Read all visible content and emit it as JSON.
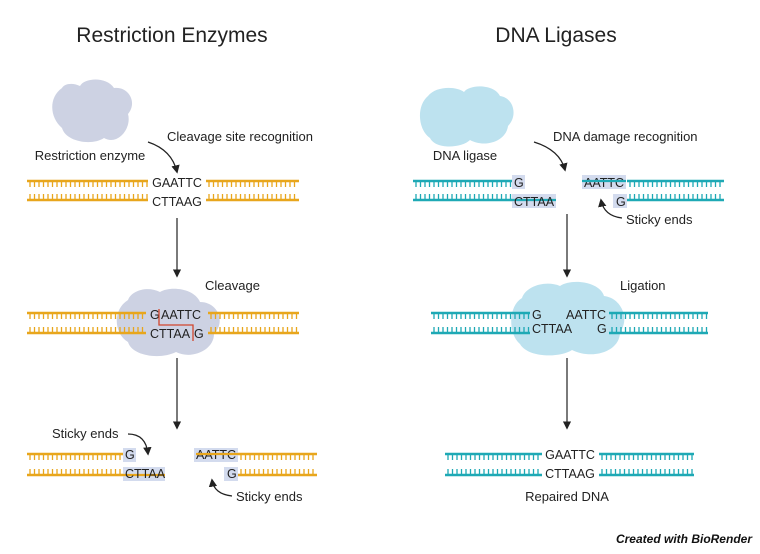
{
  "colors": {
    "restriction_strand": "#e8a61c",
    "ligase_strand": "#1ea9b5",
    "enzyme_blob": "#cdd2e3",
    "ligase_blob": "#bde2ef",
    "highlight": "#d3dbee",
    "cut_mark": "#d2462d",
    "arrow": "#222222"
  },
  "left": {
    "title": "Restriction Enzymes",
    "enzyme_label": "Restriction enzyme",
    "recognition_label": "Cleavage site recognition",
    "site_top": "GAATTC",
    "site_bottom": "CTTAAG",
    "cleavage_label": "Cleavage",
    "cut_top_left": "G",
    "cut_top_right": "AATTC",
    "cut_bottom_left": "CTTAA",
    "cut_bottom_right": "G",
    "end_left_top": "G",
    "end_left_bottom": "CTTAA",
    "end_right_top": "AATTC",
    "end_right_bottom": "G",
    "sticky_label_1": "Sticky ends",
    "sticky_label_2": "Sticky ends"
  },
  "right": {
    "title": "DNA Ligases",
    "ligase_label": "DNA ligase",
    "recognition_label": "DNA damage recognition",
    "end_left_top": "G",
    "end_left_bottom": "CTTAA",
    "end_right_top": "AATTC",
    "end_right_bottom": "G",
    "sticky_label": "Sticky ends",
    "ligation_label": "Ligation",
    "lig_left_top": "G",
    "lig_left_bottom": "CTTAA",
    "lig_right_top": "AATTC",
    "lig_right_bottom": "G",
    "repaired_top": "GAATTC",
    "repaired_bottom": "CTTAAG",
    "repaired_label": "Repaired DNA"
  },
  "credit": "Created with BioRender"
}
